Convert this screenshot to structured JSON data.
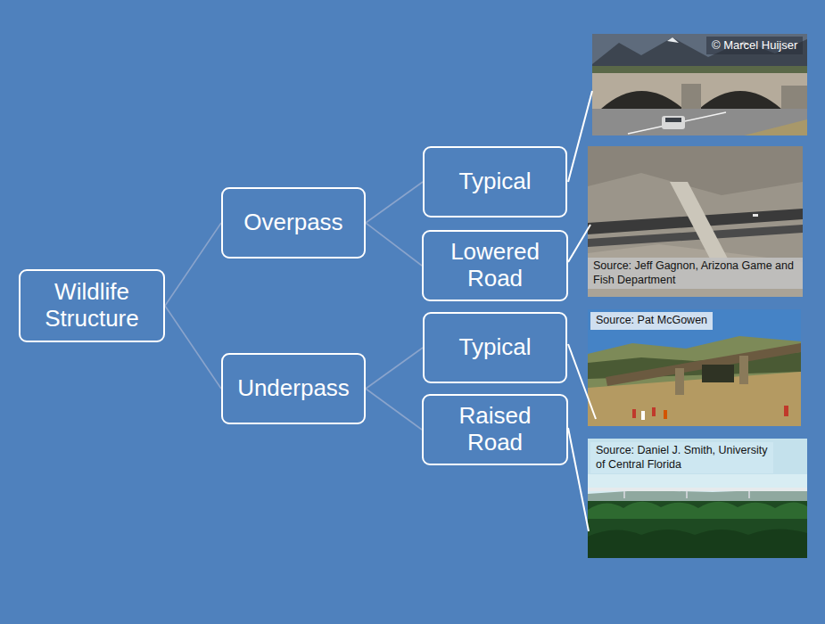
{
  "diagram": {
    "nodes": [
      {
        "text": [
          "Wildlife Structure"
        ]
      },
      {
        "text": [
          "Overpass"
        ]
      },
      {
        "text": [
          "Underpass"
        ]
      },
      {
        "text": [
          "Typical"
        ]
      },
      {
        "text": [
          "Lowered Road"
        ]
      },
      {
        "text": [
          "Typical"
        ]
      },
      {
        "text": [
          "Raised Road"
        ]
      }
    ],
    "edges": [
      {
        "from": 0,
        "to": 1,
        "arrow": "none"
      },
      {
        "from": 0,
        "to": 2,
        "arrow": "none"
      },
      {
        "from": 1,
        "to": 3,
        "arrow": "none"
      },
      {
        "from": 1,
        "to": 4,
        "arrow": "none"
      },
      {
        "from": 2,
        "to": 5,
        "arrow": "none"
      },
      {
        "from": 2,
        "to": 6,
        "arrow": "none"
      }
    ],
    "labels": [
      "© Marcel Huijser",
      "Source: Jeff Gagnon, Arizona Game and Fish Department",
      "Source: Pat McGowen",
      "Source: Daniel J. Smith, University of Central Florida"
    ]
  }
}
